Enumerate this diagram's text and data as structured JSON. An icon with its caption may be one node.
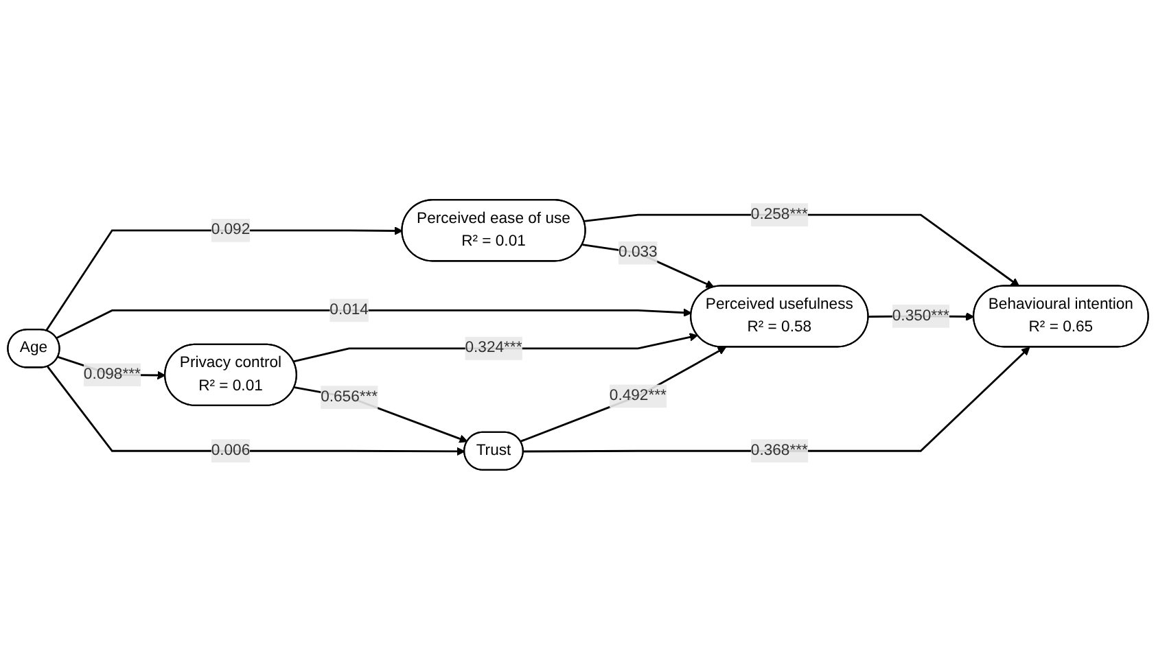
{
  "diagram": {
    "nodes": [
      {
        "text": [
          "Perceived ease of use",
          "R² = 0.01"
        ]
      },
      {
        "text": [
          "Age"
        ]
      },
      {
        "text": [
          "Perceived usefulness",
          "R² = 0.58"
        ]
      },
      {
        "text": [
          "Behavioural intention",
          "R² = 0.65"
        ]
      },
      {
        "text": [
          "Privacy control",
          "R² = 0.01"
        ]
      },
      {
        "text": [
          "Trust"
        ]
      }
    ],
    "edges": [
      {
        "from": 1,
        "to": 0,
        "arrow": "to",
        "label": "0.092"
      },
      {
        "from": 0,
        "to": 3,
        "arrow": "to",
        "label": "0.258***"
      },
      {
        "from": 0,
        "to": 2,
        "arrow": "to",
        "label": "0.033"
      },
      {
        "from": 1,
        "to": 2,
        "arrow": "to",
        "label": "0.014"
      },
      {
        "from": 1,
        "to": 4,
        "arrow": "to",
        "label": "0.098***"
      },
      {
        "from": 4,
        "to": 2,
        "arrow": "to",
        "label": "0.324***"
      },
      {
        "from": 2,
        "to": 3,
        "arrow": "to",
        "label": "0.350***"
      },
      {
        "from": 1,
        "to": 5,
        "arrow": "to",
        "label": "0.006"
      },
      {
        "from": 4,
        "to": 5,
        "arrow": "to",
        "label": "0.656***"
      },
      {
        "from": 5,
        "to": 2,
        "arrow": "to",
        "label": "0.492***"
      },
      {
        "from": 5,
        "to": 3,
        "arrow": "to",
        "label": "0.368***"
      }
    ]
  }
}
